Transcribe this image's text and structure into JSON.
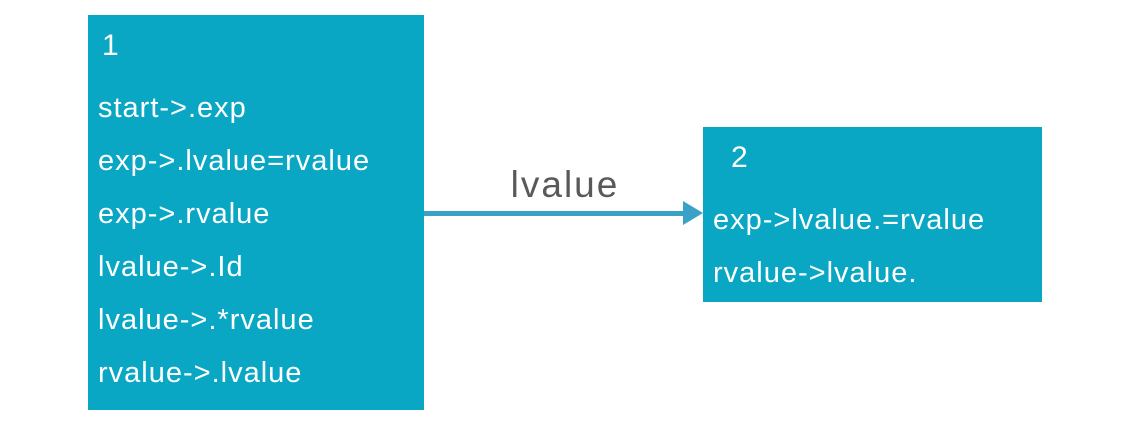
{
  "states": [
    {
      "id": "1",
      "items": [
        "start->.exp",
        "exp->.lvalue=rvalue",
        "exp->.rvalue",
        "lvalue->.Id",
        "lvalue->.*rvalue",
        "rvalue->.lvalue"
      ]
    },
    {
      "id": "2",
      "items": [
        "exp->lvalue.=rvalue",
        "rvalue->lvalue."
      ]
    }
  ],
  "transition": {
    "from_state": "1",
    "to_state": "2",
    "label": "lvalue"
  },
  "colors": {
    "state_fill": "#0aa7c5",
    "state_text": "#ffffff",
    "arrow": "#3ba1c6",
    "label_text": "#595959",
    "background": "#ffffff"
  }
}
